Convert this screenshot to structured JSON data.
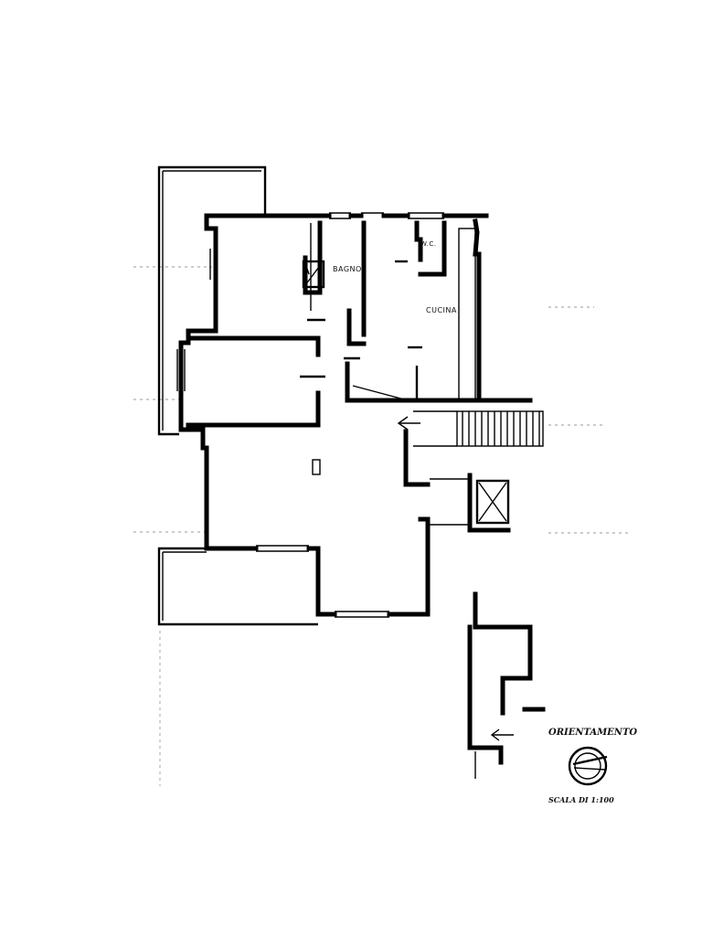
{
  "rooms": {
    "bagno": "BAGNO",
    "wc": "W.C.",
    "cucina": "CUCINA"
  },
  "legend": {
    "orientation_label": "ORIENTAMENTO",
    "scale_label": "SCALA DI 1:100"
  },
  "colors": {
    "ink": "#000000",
    "paper": "#ffffff",
    "guide": "#9a9a9a"
  }
}
